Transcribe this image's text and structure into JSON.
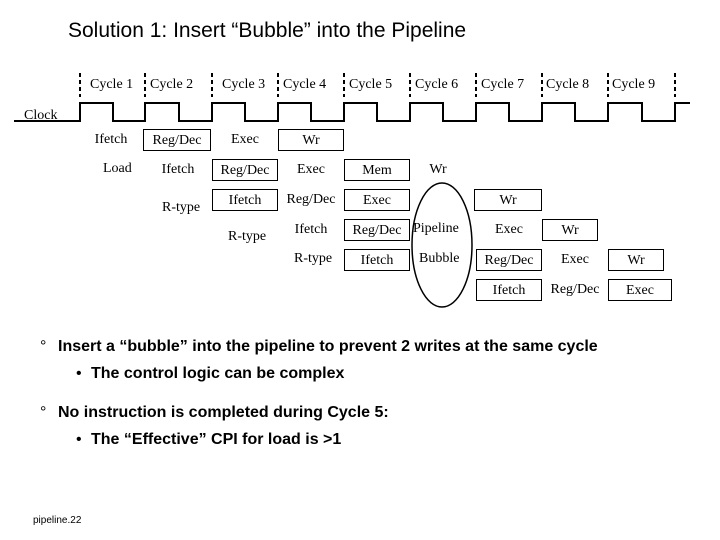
{
  "title": "Solution 1: Insert “Bubble” into the Pipeline",
  "cycles": [
    "Cycle 1",
    "Cycle 2",
    "Cycle 3",
    "Cycle 4",
    "Cycle 5",
    "Cycle 6",
    "Cycle 7",
    "Cycle 8",
    "Cycle 9"
  ],
  "clock_label": "Clock",
  "rows": [
    {
      "label": "",
      "stages": [
        "Ifetch",
        "Reg/Dec",
        "Exec",
        "Wr"
      ]
    },
    {
      "label": "Load",
      "stages": [
        "Ifetch",
        "Reg/Dec",
        "Exec",
        "Mem",
        "Wr"
      ]
    },
    {
      "label": "R-type",
      "stages": [
        "Ifetch",
        "Reg/Dec",
        "Exec",
        "Wr"
      ]
    },
    {
      "label": "R-type",
      "stages": [
        "Ifetch",
        "Reg/Dec",
        "Exec",
        "Wr"
      ]
    },
    {
      "label": "R-type",
      "stages": [
        "Ifetch",
        "Reg/Dec",
        "Exec",
        "Wr"
      ]
    },
    {
      "label": "",
      "stages": [
        "Ifetch",
        "Reg/Dec",
        "Exec"
      ]
    }
  ],
  "bubble": {
    "line1": "Pipeline",
    "line2": "Bubble"
  },
  "bullets": [
    {
      "marker": "°",
      "text": "Insert a “bubble” into the pipeline to prevent 2 writes at the same cycle"
    },
    {
      "marker": "•",
      "text": "The control logic can be complex"
    },
    {
      "marker": "°",
      "text": "No instruction is completed during Cycle 5:"
    },
    {
      "marker": "•",
      "text": "The “Effective” CPI for load is >1"
    }
  ],
  "footer": "pipeline.22"
}
